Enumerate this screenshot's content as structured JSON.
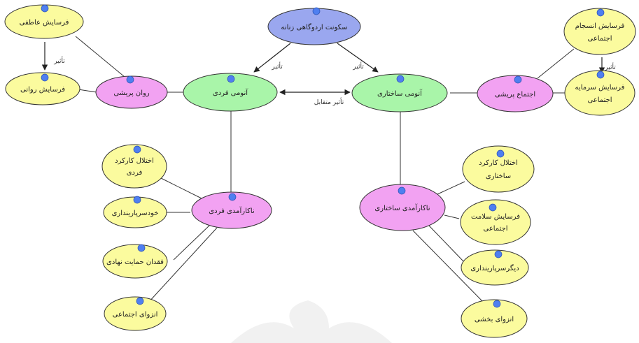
{
  "colors": {
    "blue_fill": "#9aa7ef",
    "green_fill": "#a9f5a9",
    "pink_fill": "#f2a2f2",
    "yellow_fill": "#fbfb9e",
    "stroke": "#333333",
    "line": "#333333",
    "icon": "#4f7ff0"
  },
  "nodes": {
    "silence": {
      "label": "سکونت اردوگاهی زنانه"
    },
    "emotional_erosion": {
      "label": "فرسایش عاطفی"
    },
    "psych_erosion": {
      "label": "فرسایش روانی"
    },
    "psych_distress": {
      "label": "روان پریشی"
    },
    "individual_anomie": {
      "label": "آنومی فردی"
    },
    "structural_anomie": {
      "label": "آنومی ساختاری"
    },
    "social_distress": {
      "label": "اجتماع پریشی"
    },
    "social_cohesion_erosion": {
      "line1": "فرسایش انسجام",
      "line2": "اجتماعی"
    },
    "social_capital_erosion": {
      "line1": "فرسایش سرمایه",
      "line2": "اجتماعی"
    },
    "individual_dysfunction": {
      "label": "ناکارآمدی فردی"
    },
    "structural_dysfunction": {
      "label": "ناکارآمدی ساختاری"
    },
    "ind_func_disorder": {
      "line1": "اختلال کارکرد",
      "line2": "فردی"
    },
    "self_centeredness": {
      "label": "خودسرپارینداری"
    },
    "lack_inst_support": {
      "label": "فقدان حمایت نهادی"
    },
    "social_isolation": {
      "label": "انزوای اجتماعی"
    },
    "struct_func_disorder": {
      "line1": "اختلال کارکرد",
      "line2": "ساختاری"
    },
    "social_health_erosion": {
      "line1": "فرسایش سلامت",
      "line2": "اجتماعی"
    },
    "other_centeredness": {
      "label": "دیگرسرپارینداری"
    },
    "sectoral_isolation": {
      "label": "انزوای بخشی"
    }
  },
  "edges": {
    "effect": "تأثیر",
    "mutual_effect": "تأثیر متقابل"
  }
}
